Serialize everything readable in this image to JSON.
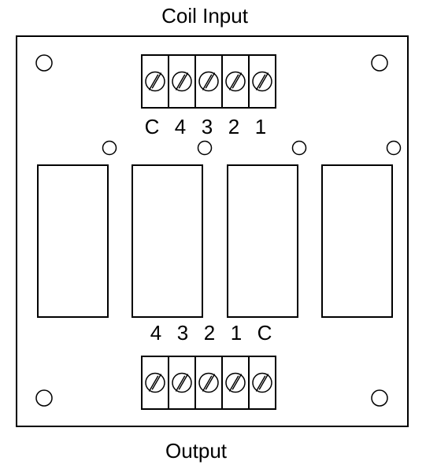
{
  "header": {
    "title": "Coil Input"
  },
  "footer": {
    "title": "Output"
  },
  "coil_input_block": {
    "terminal_labels": [
      "C",
      "4",
      "3",
      "2",
      "1"
    ]
  },
  "output_block": {
    "terminal_labels": [
      "4",
      "3",
      "2",
      "1",
      "C"
    ]
  },
  "relays": {
    "count": 4
  },
  "colors": {
    "line": "#000000",
    "fill": "#ffffff",
    "background": "#ffffff"
  },
  "icons": [
    "screw-terminal-icon",
    "mounting-hole-icon"
  ]
}
